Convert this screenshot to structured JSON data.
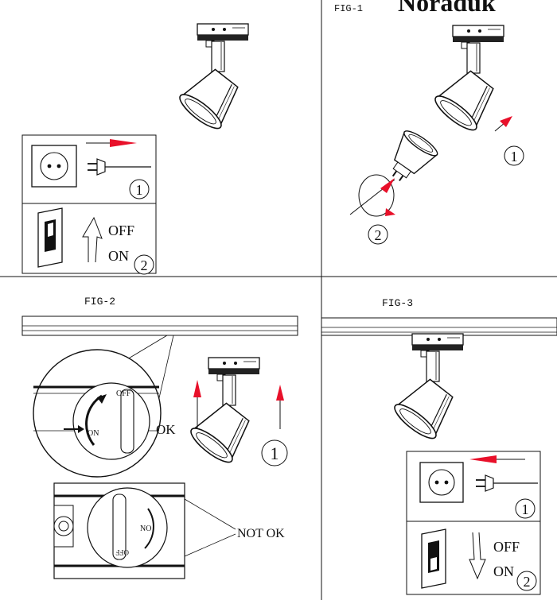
{
  "brand_text": "Noraduk",
  "figures": {
    "fig1": {
      "label": "FIG-1"
    },
    "fig2": {
      "label": "FIG-2"
    },
    "fig3": {
      "label": "FIG-3"
    }
  },
  "panels": {
    "top_left": {
      "step1_number": "1",
      "switch_off": "OFF",
      "switch_on": "ON",
      "step2_number": "2"
    },
    "top_right": {
      "step1_number": "1",
      "step2_number": "2"
    },
    "fig2": {
      "dial_off": "OFF",
      "dial_on": "ON",
      "ok_label": "OK",
      "step1_number": "1",
      "dial_no": "NO",
      "dial_flipped": "OFF",
      "not_ok_label": "NOT OK"
    },
    "fig3": {
      "step1_number": "1",
      "switch_off": "OFF",
      "switch_on": "ON",
      "step2_number": "2"
    }
  },
  "colors": {
    "arrow_red": "#e8102a",
    "line": "#111111"
  }
}
